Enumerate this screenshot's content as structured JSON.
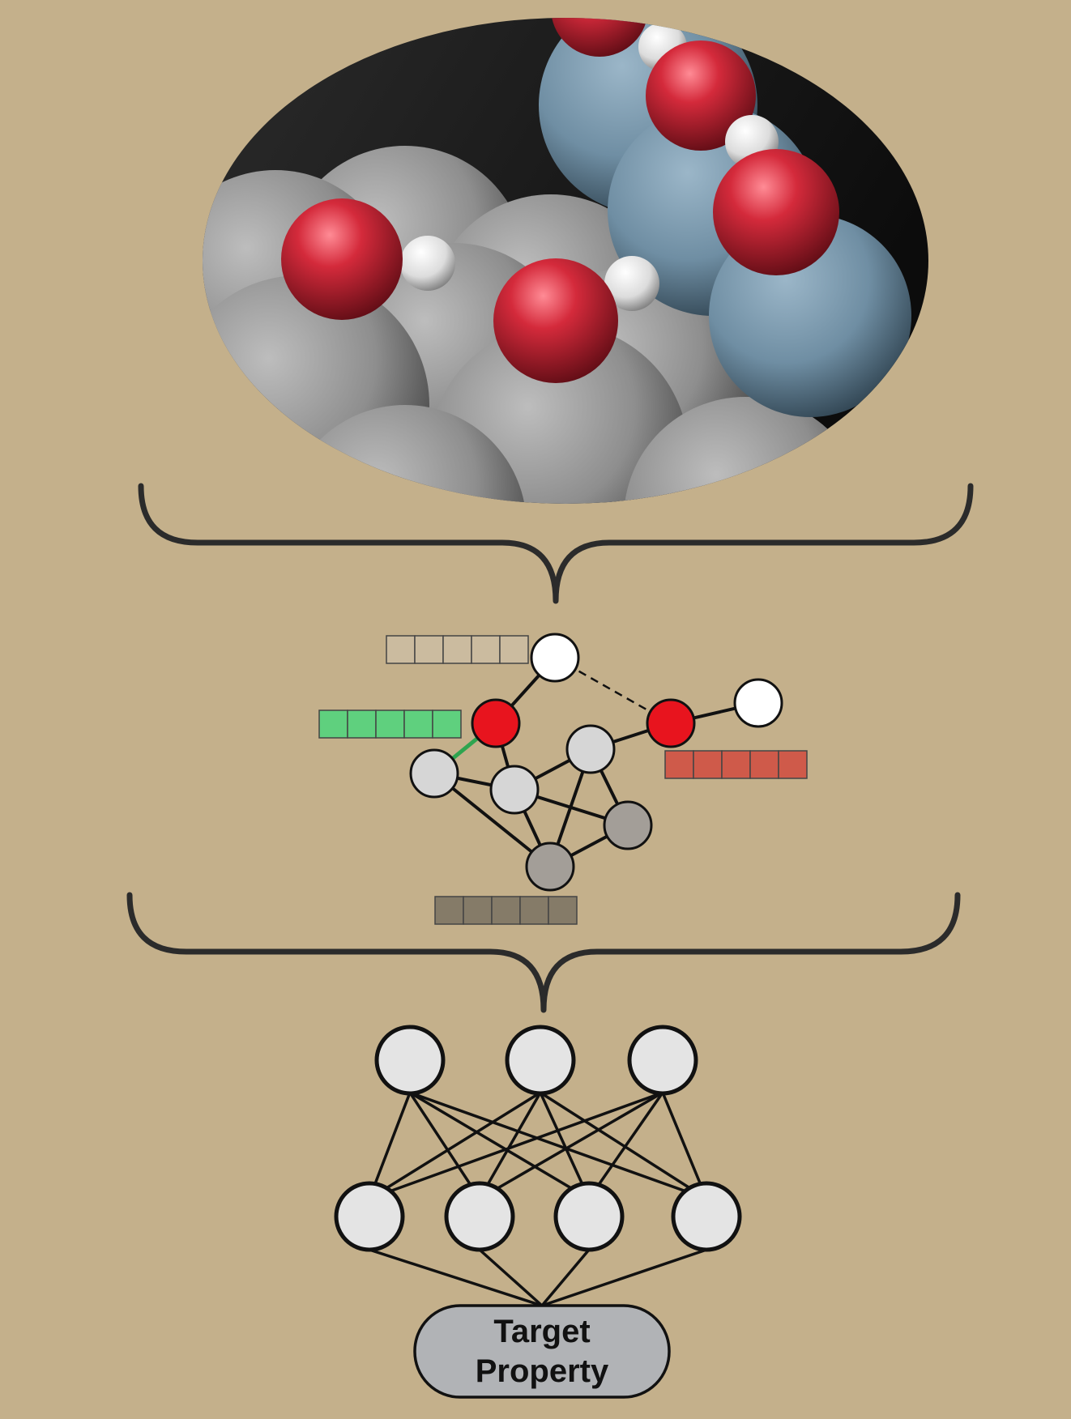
{
  "target": {
    "line1": "Target",
    "line2": "Property"
  },
  "colors": {
    "background": "#c4b08b",
    "oxygen": "#d42a3b",
    "hydrogen": "#e9e9e9",
    "surface_light": "#9c9c9c",
    "surface_blue": "#6f8ea3",
    "node_light": "#d6d6d6",
    "node_dark": "#a39e98",
    "node_red": "#e8141e",
    "feature_green": "#5fd07e",
    "feature_red": "#cf5a4a",
    "feature_tan": "#cbbb9f",
    "feature_dark": "#857b68",
    "target_fill": "#b1b3b6"
  },
  "icons": [
    "molecule-illustration",
    "curly-brace",
    "graph-network",
    "neural-network"
  ]
}
